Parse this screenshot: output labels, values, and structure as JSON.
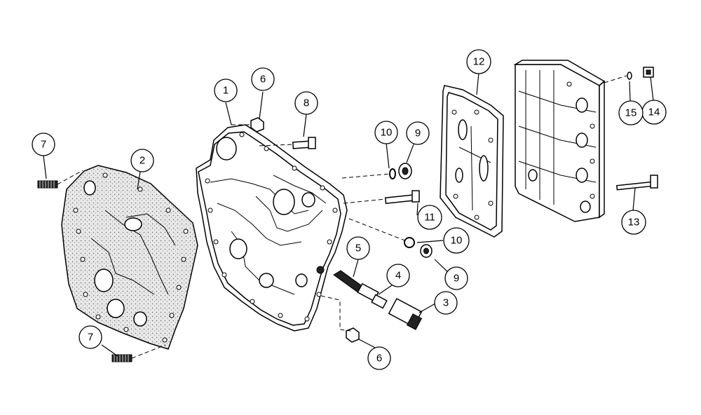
{
  "callouts": [
    {
      "id": "c1",
      "label": "1"
    },
    {
      "id": "c2",
      "label": "2"
    },
    {
      "id": "c3",
      "label": "3"
    },
    {
      "id": "c4",
      "label": "4"
    },
    {
      "id": "c5",
      "label": "5"
    },
    {
      "id": "c6a",
      "label": "6"
    },
    {
      "id": "c6b",
      "label": "6"
    },
    {
      "id": "c7a",
      "label": "7"
    },
    {
      "id": "c7b",
      "label": "7"
    },
    {
      "id": "c8",
      "label": "8"
    },
    {
      "id": "c9a",
      "label": "9"
    },
    {
      "id": "c9b",
      "label": "9"
    },
    {
      "id": "c10a",
      "label": "10"
    },
    {
      "id": "c10b",
      "label": "10"
    },
    {
      "id": "c11",
      "label": "11"
    },
    {
      "id": "c12",
      "label": "12"
    },
    {
      "id": "c13",
      "label": "13"
    },
    {
      "id": "c14",
      "label": "14"
    },
    {
      "id": "c15",
      "label": "15"
    }
  ]
}
